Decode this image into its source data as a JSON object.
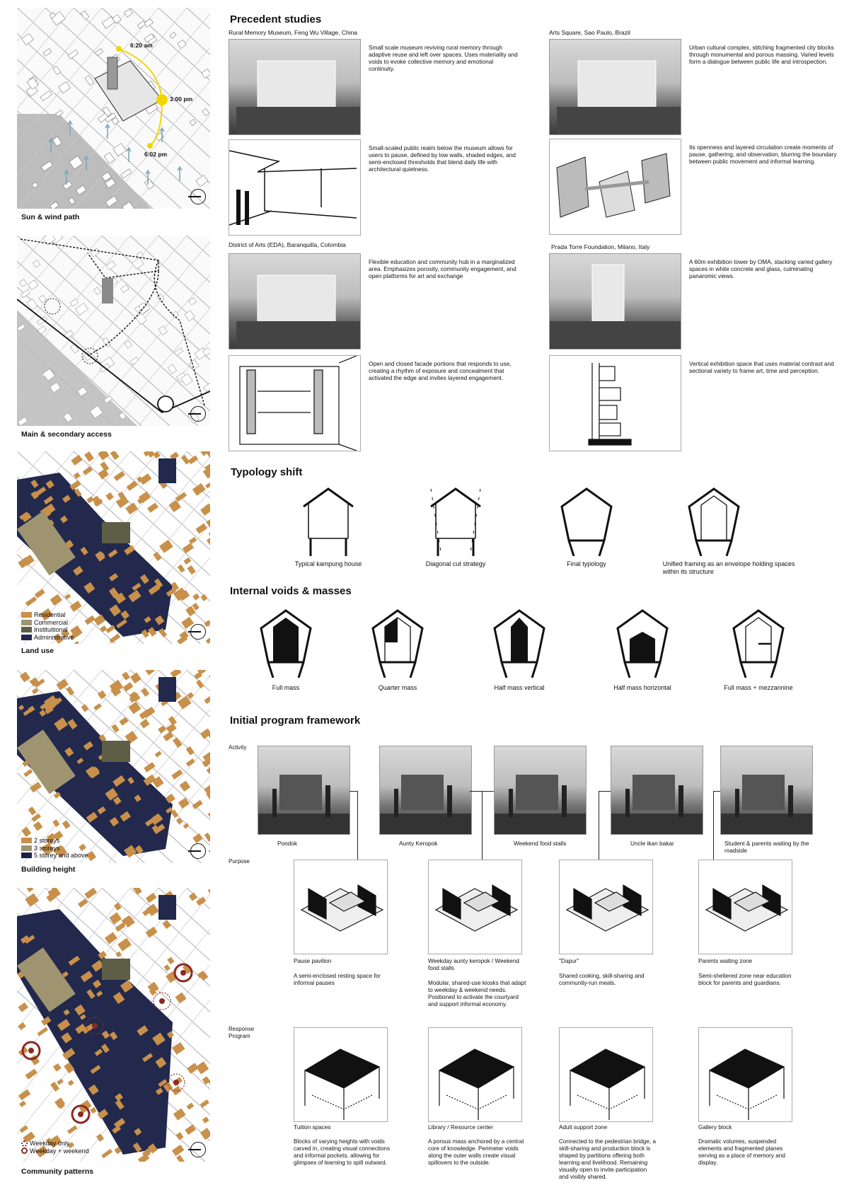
{
  "left_panels": {
    "sun": {
      "label": "Sun & wind path",
      "times": [
        "6:20 am",
        "3:00 pm",
        "6:02 pm"
      ]
    },
    "access": {
      "label": "Main & secondary access"
    },
    "landuse": {
      "label": "Land use",
      "legend": [
        {
          "label": "Residential",
          "color": "#c8904a"
        },
        {
          "label": "Commercial",
          "color": "#9e9470"
        },
        {
          "label": "Instituitional",
          "color": "#5d5e45"
        },
        {
          "label": "Administrative",
          "color": "#22294d"
        }
      ]
    },
    "height": {
      "label": "Building height",
      "legend": [
        {
          "label": "2 storeys",
          "color": "#c8904a"
        },
        {
          "label": "3 storeys",
          "color": "#9e9470"
        },
        {
          "label": "5 storey and above",
          "color": "#1c2148"
        }
      ]
    },
    "community": {
      "label": "Community patterns",
      "legend": [
        {
          "label": "Weekday only",
          "color": "#8a2a22"
        },
        {
          "label": "Weekday + weekend",
          "color": "#8a2a22"
        }
      ]
    }
  },
  "precedents": {
    "title": "Precedent studies",
    "cases": [
      {
        "name": "Rural Memory Museum, Feng Wu Village, China",
        "descs": [
          "Small scale museum reviving rural memory through adaptive reuse and left over spaces. Uses materiality and voids to evoke collective memory and emotional continuity.",
          "Small-scaled public realm below the museum allows for users to pause, defined by low walls, shaded edges, and semi-enclosed thresholds that blend daily life with architectural quietness."
        ]
      },
      {
        "name": "Arts Square, Sao Paulo, Brazil",
        "descs": [
          "Urban cultural complex, stitching fragmented city blocks through monumental and porous massing. Varied levels form a dialogue between public life and introspection.",
          "Its openness and layered circulation create moments of pause, gathering, and observation, blurring the boundary between public movement and informal learning."
        ]
      },
      {
        "name": "District of Arts (EDA), Baranquilla, Colombia",
        "descs": [
          "Flexible education and community hub in a marginalized area. Emphasizes porosity, community engagement, and open platforms for art and exchange",
          "Open and closed facade portions that responds to use, creating a rhythm of exposure and concealment that activated the edge and invites layered engagement."
        ]
      },
      {
        "name": "Prada Torre Foundation, Milano, Italy",
        "descs": [
          "A 60m exhibition tower by OMA, stacking varied gallery spaces in white concrete and glass, culminating panaromic views.",
          "Vertical exhibition space that uses material contrast and sectional variety to frame art, time and perception."
        ]
      }
    ]
  },
  "typology": {
    "title": "Typology shift",
    "items": [
      "Typical kampung house",
      "Diagonal cut strategy",
      "Final typology",
      "Unified framing as an envelope holding spaces within its structure"
    ]
  },
  "voids": {
    "title": "Internal voids & masses",
    "items": [
      "Full mass",
      "Quarter  mass",
      "Half mass vertical",
      "Half mass horizontal",
      "Full mass + mezzannine"
    ]
  },
  "program": {
    "title": "Initial program framework",
    "row_labels": {
      "activity": "Activity",
      "purpose": "Purpose",
      "response": "Response Program"
    },
    "activities": [
      "Pondok",
      "Aunty Keropok",
      "Weekend food stalls",
      "Uncle ikan bakar",
      "Student & parents waiting by the roadside"
    ],
    "purposes": [
      {
        "title": "Pause pavilion",
        "desc": "A semi-enclosed resting space for informal pauses"
      },
      {
        "title": "Weekday aunty keropok / Weekend food stalls",
        "desc": "Modular, shared-use kiosks that adapt to weekday & weekend needs. Positioned to activate the courtyard and support informal economy."
      },
      {
        "title": "\"Dapur\"",
        "desc": "Shared cooking, skill-sharing and community-run meals."
      },
      {
        "title": "Parents waiting zone",
        "desc": "Semi-sheltered zone near education block for parents and guardians."
      }
    ],
    "responses": [
      {
        "title": "Tuition spaces",
        "desc": "Blocks of varying heights with voids carved in, creating visual connections and informal pockets, allowing for glimpses of learning to spill outward."
      },
      {
        "title": "Library / Resource center",
        "desc": "A porous mass anchored by a central core of knowledge. Perimeter voids along the outer walls create visual spillovers to the outside."
      },
      {
        "title": "Adult support zone",
        "desc": "Connected to the pedestrian bridge, a skill-sharing and production block is shaped by partitions offering both learning and livelihood. Remaining visually open to invite participation and visibly shared."
      },
      {
        "title": "Gallery block",
        "desc": "Dramatic volumes, suspended elements and fragmented planes serving as a place of memory and display."
      }
    ]
  },
  "colors": {
    "sun": "#f2d500",
    "wind": "#7fa7b5",
    "residential": "#c8904a",
    "administrative": "#22294d"
  }
}
